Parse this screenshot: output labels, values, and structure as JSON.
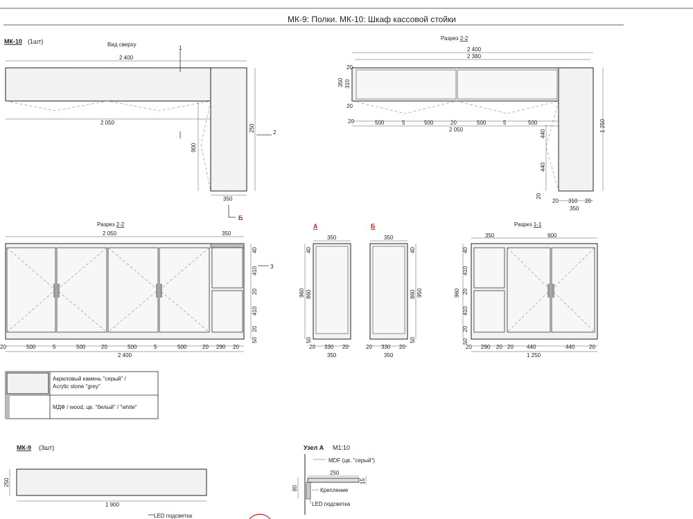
{
  "title": "МК-9: Полки. МК-10: Шкаф кассовой стойки",
  "mk10": {
    "code": "МК-10",
    "qty": "(1шт)"
  },
  "top_view": {
    "caption": "Вид сверху",
    "w_total": "2 400",
    "w_inner": "2 050",
    "depth": "900",
    "side": "350",
    "side_depth": "250",
    "mark1": "1",
    "mark2": "2",
    "markB": "Б"
  },
  "section22_top": {
    "caption": "Разрез ",
    "caption_num": "2-2",
    "w_total": "2 400",
    "w_inner": "2 380",
    "d1": "20",
    "d2": "310",
    "d3": "20",
    "d_total": "350",
    "modules": [
      "500",
      "5",
      "500",
      "20",
      "500",
      "5",
      "500"
    ],
    "bottom": "2 050",
    "h1": "440",
    "h2": "440",
    "h_total": "1 250",
    "side_w": [
      "20",
      "310",
      "20"
    ],
    "side_total": "350",
    "edge": "20"
  },
  "front22": {
    "caption": "Разрез ",
    "caption_num": "2-2",
    "w_inner": "2 050",
    "w_side": "350",
    "modules": [
      "500",
      "5",
      "500",
      "20",
      "500",
      "5",
      "500"
    ],
    "right": [
      "20",
      "290",
      "20"
    ],
    "w_total": "2 400",
    "left_edge": "20",
    "h": [
      "40",
      "410",
      "20",
      "410",
      "20",
      "50"
    ],
    "mark3": "3"
  },
  "viewA": {
    "label": "А",
    "top": "350",
    "h_total": "960",
    "h_inner": "860",
    "h_top": "40",
    "h_bot": "50",
    "bottom": [
      "20",
      "330",
      "20"
    ],
    "w_total": "350"
  },
  "viewB": {
    "label": "Б",
    "top": "350",
    "h_total": "950",
    "h_inner": "860",
    "h_top": "40",
    "h_bot": "50",
    "bottom": [
      "20",
      "330",
      "20"
    ],
    "w_total": "350"
  },
  "section11": {
    "caption": "Разрез ",
    "caption_num": "1-1",
    "w_side": "350",
    "w_door": "900",
    "h": [
      "40",
      "410",
      "20",
      "410",
      "20",
      "50"
    ],
    "h_total": "960",
    "bottom": [
      "20",
      "290",
      "20",
      "20",
      "440",
      "440",
      "20"
    ],
    "w_total": "1 250"
  },
  "legend": [
    {
      "line1": "Акриловый камень \"серый\" /",
      "line2": "Acrylic stone \"grey\""
    },
    {
      "line1": "МДФ / wood, цв. \"белый\" / \"white\"",
      "line2": ""
    }
  ],
  "mk9": {
    "code": "МК-9",
    "qty": "(3шт)",
    "h": "250",
    "w": "1 900",
    "led": "LED подсветка"
  },
  "node": {
    "title": "Узел А",
    "scale": "М1:10",
    "mdf": "MDF (цв. \"серый\")",
    "w": "250",
    "fix": "Крепление",
    "led": "LED подсветка",
    "h": "80",
    "t": "15"
  },
  "colors": {
    "accent": "#b3262a",
    "panel": "#f2f2f2",
    "line": "#222222"
  }
}
